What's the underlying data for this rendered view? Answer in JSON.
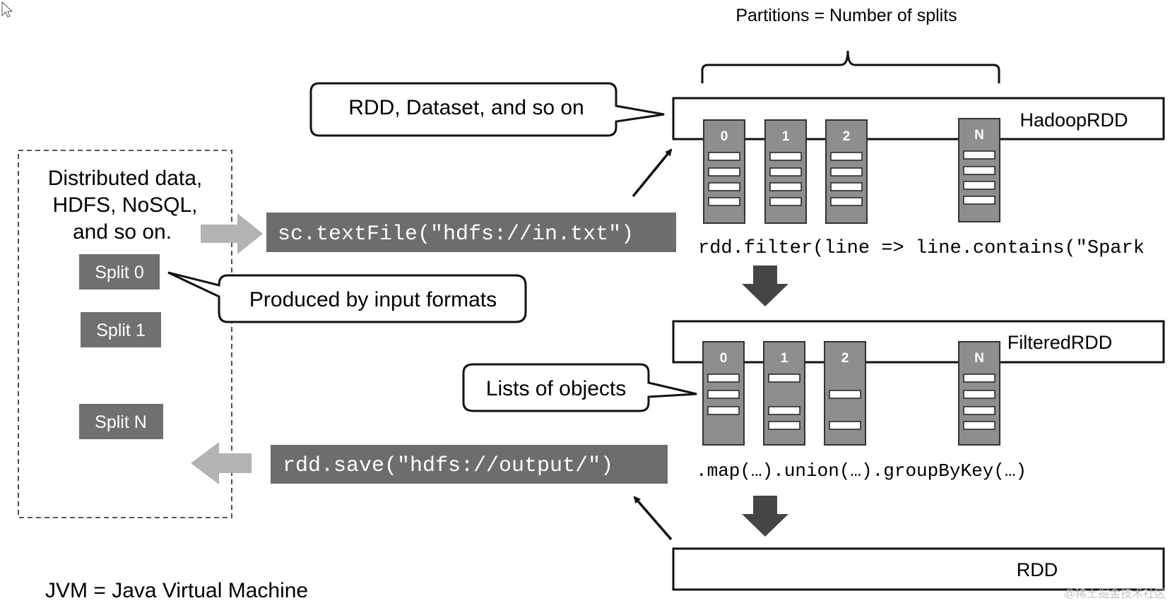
{
  "partitions_label": "Partitions = Number of splits",
  "callouts": {
    "rdd_dataset": "RDD, Dataset, and so on",
    "input_formats": "Produced by input  formats",
    "lists_of_objects": "Lists of objects"
  },
  "source": {
    "lines": [
      "Distributed data,",
      "HDFS, NoSQL,",
      "and so on."
    ],
    "splits": [
      "Split 0",
      "Split 1",
      "Split N"
    ]
  },
  "code": {
    "read": "sc.textFile(\"hdfs://in.txt\")",
    "filter": "rdd.filter(line => line.contains(\"Spark",
    "transform": ".map(…).union(…).groupByKey(…)",
    "save": "rdd.save(\"hdfs://output/\")"
  },
  "rdds": {
    "hadoop": "HadoopRDD",
    "filtered": "FilteredRDD",
    "final": "RDD"
  },
  "partition_labels": [
    "0",
    "1",
    "2",
    "N"
  ],
  "footnote": "JVM = Java Virtual Machine",
  "watermark": "@稀土掘金技术社区",
  "colors": {
    "partition_fill": "#8e8e8e",
    "code_fill": "#6d6d6d",
    "split_fill": "#707070",
    "arrow_light": "#b3b3b3",
    "arrow_dark": "#454545"
  }
}
